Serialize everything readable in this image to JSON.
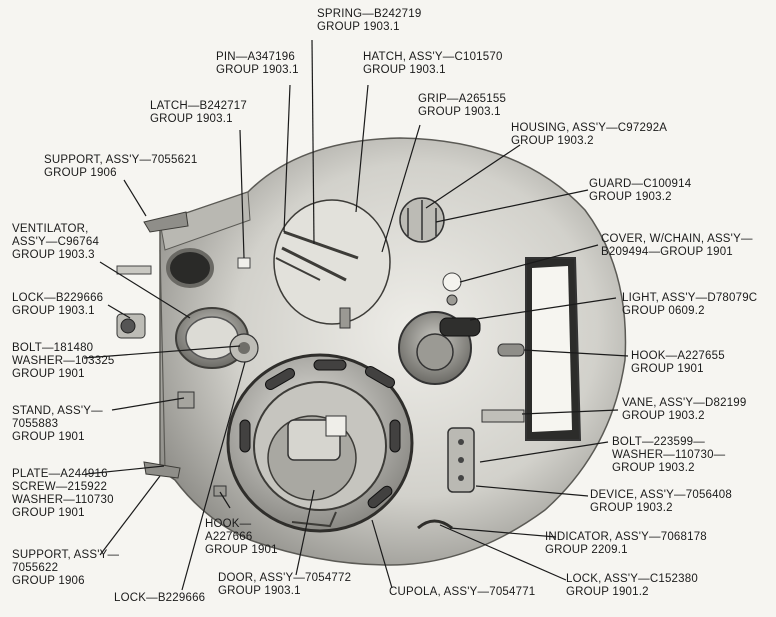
{
  "labels": [
    {
      "id": "spring",
      "l1": "SPRING—B242719",
      "l2": "GROUP 1903.1"
    },
    {
      "id": "pin",
      "l1": "PIN—A347196",
      "l2": "GROUP 1903.1"
    },
    {
      "id": "hatch",
      "l1": "HATCH, ASS'Y—C101570",
      "l2": "GROUP 1903.1"
    },
    {
      "id": "latch",
      "l1": "LATCH—B242717",
      "l2": "GROUP 1903.1"
    },
    {
      "id": "grip",
      "l1": "GRIP—A265155",
      "l2": "GROUP 1903.1"
    },
    {
      "id": "housing",
      "l1": "HOUSING, ASS'Y—C97292A",
      "l2": "GROUP 1903.2"
    },
    {
      "id": "support-top",
      "l1": "SUPPORT, ASS'Y—7055621",
      "l2": "GROUP 1906"
    },
    {
      "id": "guard",
      "l1": "GUARD—C100914",
      "l2": "GROUP 1903.2"
    },
    {
      "id": "ventilator",
      "l1": "VENTILATOR,",
      "l2": "ASS'Y—C96764",
      "l3": "GROUP 1903.3"
    },
    {
      "id": "cover",
      "l1": "COVER, W/CHAIN, ASS'Y—",
      "l2": "B209494—GROUP 1901"
    },
    {
      "id": "lock-left",
      "l1": "LOCK—B229666",
      "l2": "GROUP 1903.1"
    },
    {
      "id": "light",
      "l1": "LIGHT, ASS'Y—D78079C",
      "l2": "GROUP 0609.2"
    },
    {
      "id": "bolt-left",
      "l1": "BOLT—181480",
      "l2": "WASHER—103325",
      "l3": "GROUP 1901"
    },
    {
      "id": "hook-right",
      "l1": "HOOK—A227655",
      "l2": "GROUP 1901"
    },
    {
      "id": "stand",
      "l1": "STAND, ASS'Y—",
      "l2": "7055883",
      "l3": "GROUP 1901"
    },
    {
      "id": "vane",
      "l1": "VANE, ASS'Y—D82199",
      "l2": "GROUP 1903.2"
    },
    {
      "id": "bolt-right",
      "l1": "BOLT—223599—",
      "l2": "WASHER—110730—",
      "l3": "GROUP 1903.2"
    },
    {
      "id": "plate",
      "l1": "PLATE—A244916",
      "l2": "SCREW—215922",
      "l3": "WASHER—110730",
      "l4": "GROUP 1901"
    },
    {
      "id": "device",
      "l1": "DEVICE, ASS'Y—7056408",
      "l2": "GROUP 1903.2"
    },
    {
      "id": "hook-bottom",
      "l1": "HOOK—",
      "l2": "A227666",
      "l3": "GROUP 1901"
    },
    {
      "id": "indicator",
      "l1": "INDICATOR, ASS'Y—7068178",
      "l2": "GROUP 2209.1"
    },
    {
      "id": "support-bottom",
      "l1": "SUPPORT, ASS'Y—",
      "l2": "7055622",
      "l3": "GROUP 1906"
    },
    {
      "id": "door",
      "l1": "DOOR, ASS'Y—7054772",
      "l2": "GROUP 1903.1"
    },
    {
      "id": "lock-right",
      "l1": "LOCK, ASS'Y—C152380",
      "l2": "GROUP 1901.2"
    },
    {
      "id": "cupola",
      "l1": "CUPOLA, ASS'Y—7054771"
    },
    {
      "id": "lock-bottom",
      "l1": "LOCK—B229666"
    }
  ]
}
